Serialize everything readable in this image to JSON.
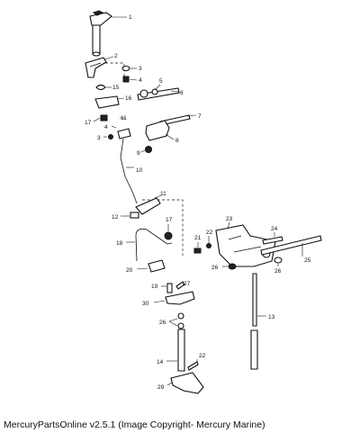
{
  "caption": "MercuryPartsOnline v2.5.1 (Image Copyright- Mercury Marine)",
  "callouts": [
    "1",
    "2",
    "3",
    "4",
    "15",
    "5",
    "16",
    "6",
    "17",
    "4",
    "11",
    "7",
    "3",
    "8",
    "9",
    "10",
    "11",
    "17",
    "12",
    "18",
    "21",
    "22",
    "23",
    "24",
    "20",
    "19",
    "27",
    "26",
    "26",
    "25",
    "30",
    "26",
    "13",
    "14",
    "22",
    "29"
  ]
}
